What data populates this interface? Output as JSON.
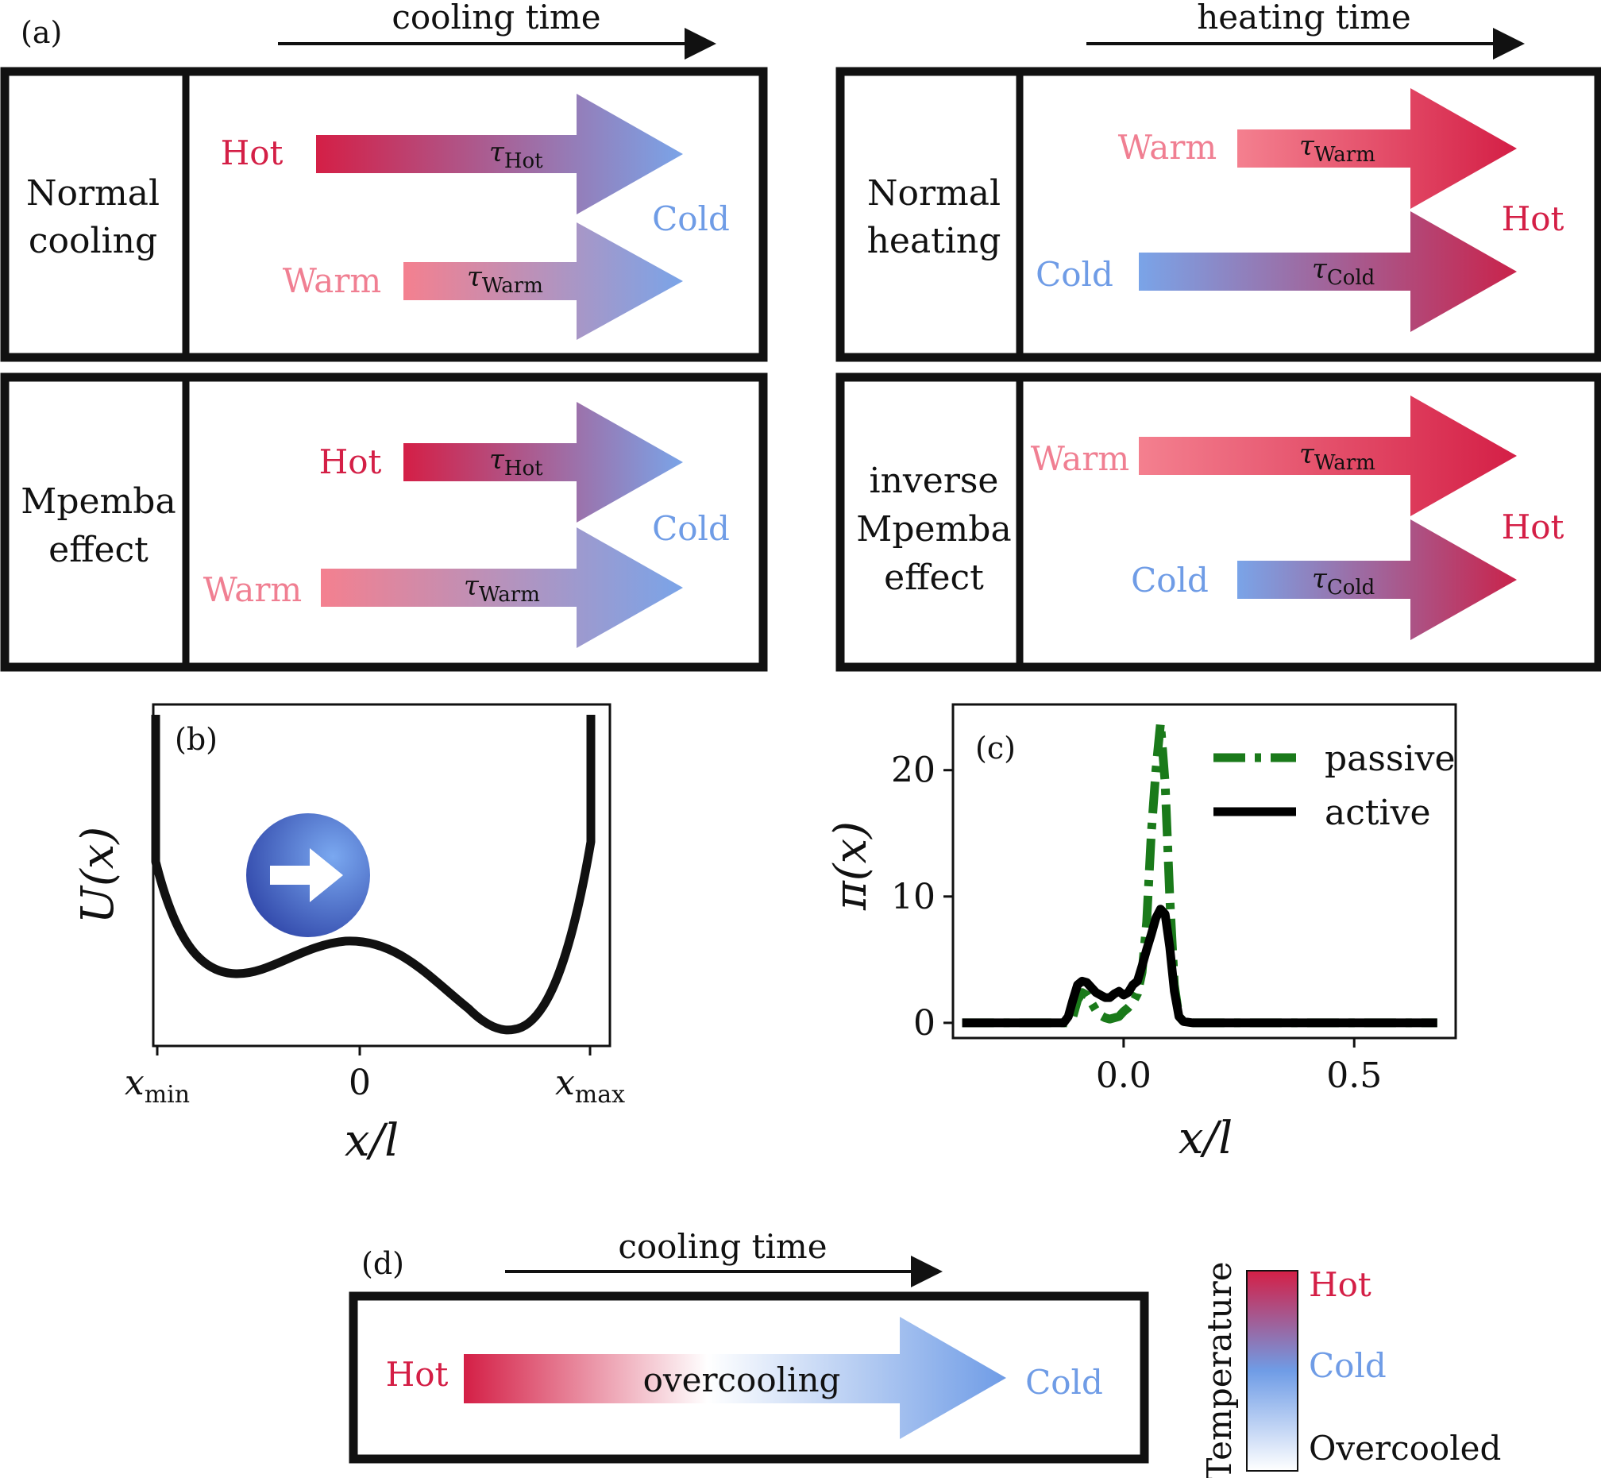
{
  "panel_a": {
    "label": "(a)",
    "cooling_time_label": "cooling time",
    "heating_time_label": "heating time",
    "normal_cooling": {
      "row_label_line1": "Normal",
      "row_label_line2": "cooling",
      "hot_label": "Hot",
      "warm_label": "Warm",
      "cold_label": "Cold",
      "tau_hot": "τ",
      "tau_hot_sub": "Hot",
      "tau_warm": "τ",
      "tau_warm_sub": "Warm"
    },
    "mpemba": {
      "row_label_line1": "Mpemba",
      "row_label_line2": "effect",
      "hot_label": "Hot",
      "warm_label": "Warm",
      "cold_label": "Cold",
      "tau_hot": "τ",
      "tau_hot_sub": "Hot",
      "tau_warm": "τ",
      "tau_warm_sub": "Warm"
    },
    "normal_heating": {
      "row_label_line1": "Normal",
      "row_label_line2": "heating",
      "warm_label": "Warm",
      "cold_label": "Cold",
      "hot_label": "Hot",
      "tau_warm": "τ",
      "tau_warm_sub": "Warm",
      "tau_cold": "τ",
      "tau_cold_sub": "Cold"
    },
    "inverse_mpemba": {
      "row_label_line1": "inverse",
      "row_label_line2": "Mpemba",
      "row_label_line3": "effect",
      "warm_label": "Warm",
      "cold_label": "Cold",
      "hot_label": "Hot",
      "tau_warm": "τ",
      "tau_warm_sub": "Warm",
      "tau_cold": "τ",
      "tau_cold_sub": "Cold"
    }
  },
  "panel_b": {
    "label": "(b)",
    "ylabel": "U(x)",
    "xlabel": "x/l",
    "xticks": [
      {
        "main": "x",
        "sub": "min"
      },
      {
        "main": "0",
        "sub": ""
      },
      {
        "main": "x",
        "sub": "max"
      }
    ],
    "particle_icon": "right-arrow-icon"
  },
  "panel_d": {
    "label": "(d)",
    "cooling_time_label": "cooling time",
    "hot_label": "Hot",
    "cold_label": "Cold",
    "arrow_label": "overcooling",
    "colorbar_title": "Temperature",
    "colorbar_labels": [
      "Hot",
      "Cold",
      "Overcooled"
    ]
  },
  "colors": {
    "hot": "#d41f46",
    "warm": "#f07f92",
    "cold": "#6f9ce6",
    "passive": "#1a7a1a",
    "active": "#000000",
    "particle": "#3f5fc0"
  },
  "chart_data": {
    "type": "line",
    "panel_label": "(c)",
    "title": "",
    "xlabel": "x/l",
    "ylabel": "π(x)",
    "xlim": [
      -0.37,
      0.72
    ],
    "ylim": [
      -1.2,
      25.2
    ],
    "xticks": [
      0.0,
      0.5
    ],
    "xtick_labels": [
      "0.0",
      "0.5"
    ],
    "yticks": [
      0,
      10,
      20
    ],
    "ytick_labels": [
      "0",
      "10",
      "20"
    ],
    "grid": false,
    "legend_position": "top-right",
    "series": [
      {
        "name": "passive",
        "style": "dashdot",
        "x": [
          -0.35,
          -0.12,
          -0.11,
          -0.1,
          -0.09,
          -0.08,
          -0.07,
          -0.06,
          -0.05,
          -0.04,
          -0.03,
          -0.02,
          -0.01,
          0.0,
          0.01,
          0.02,
          0.03,
          0.04,
          0.05,
          0.06,
          0.07,
          0.08,
          0.09,
          0.1,
          0.11,
          0.12,
          0.13,
          0.14,
          0.68
        ],
        "y": [
          0,
          0,
          0.5,
          1.8,
          2.4,
          2.2,
          1.6,
          1.0,
          0.6,
          0.4,
          0.3,
          0.4,
          0.5,
          0.9,
          1.2,
          1.6,
          2.3,
          4.0,
          8.0,
          15.0,
          20.0,
          23.7,
          19.0,
          10.0,
          3.0,
          0.5,
          0.1,
          0,
          0
        ]
      },
      {
        "name": "active",
        "style": "solid",
        "x": [
          -0.35,
          -0.13,
          -0.12,
          -0.11,
          -0.1,
          -0.09,
          -0.08,
          -0.07,
          -0.06,
          -0.05,
          -0.04,
          -0.03,
          -0.02,
          -0.01,
          0.0,
          0.01,
          0.02,
          0.03,
          0.04,
          0.05,
          0.06,
          0.07,
          0.08,
          0.09,
          0.1,
          0.11,
          0.12,
          0.13,
          0.15,
          0.68
        ],
        "y": [
          0,
          0,
          0.5,
          1.8,
          3.0,
          3.3,
          3.2,
          2.8,
          2.4,
          2.2,
          2.0,
          2.0,
          2.3,
          2.5,
          2.2,
          2.4,
          3.0,
          3.3,
          4.5,
          5.8,
          7.0,
          8.3,
          9.0,
          8.6,
          6.0,
          2.5,
          0.5,
          0.1,
          0,
          0
        ]
      }
    ]
  }
}
